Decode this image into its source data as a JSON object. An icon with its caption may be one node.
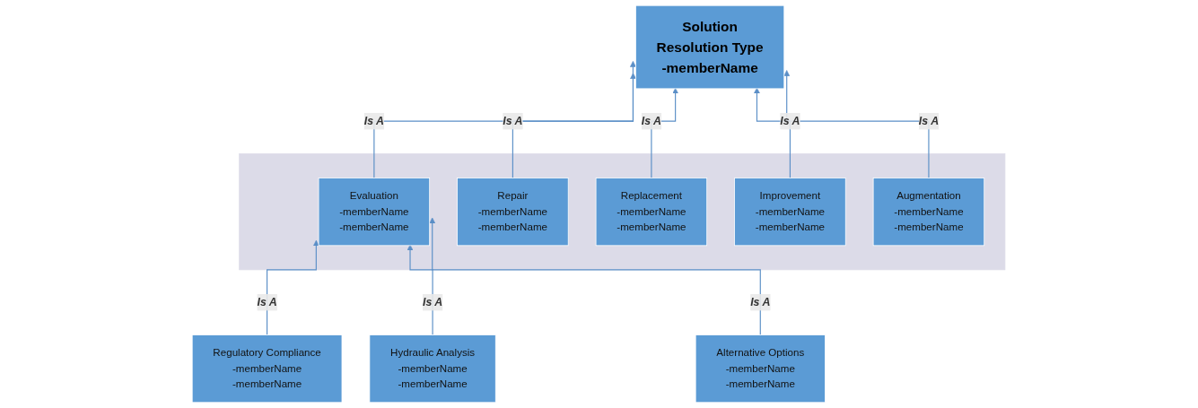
{
  "diagram": {
    "nodes": [
      {
        "text": [
          "Solution",
          "Resolution Type",
          "-memberName"
        ]
      },
      {
        "text": [],
        "shape": "box"
      },
      {
        "text": [
          "Evaluation",
          "-memberName",
          "-memberName"
        ],
        "in": 1
      },
      {
        "text": [
          "Repair",
          "-memberName",
          "-memberName"
        ],
        "in": 1
      },
      {
        "text": [
          "Replacement",
          "-memberName",
          "-memberName"
        ],
        "in": 1
      },
      {
        "text": [
          "Improvement",
          "-memberName",
          "-memberName"
        ],
        "in": 1
      },
      {
        "text": [
          "Augmentation",
          "-memberName",
          "-memberName"
        ],
        "in": 1
      },
      {
        "text": [
          "Regulatory Compliance",
          "-memberName",
          "-memberName"
        ]
      },
      {
        "text": [
          "Hydraulic Analysis",
          "-memberName",
          "-memberName"
        ]
      },
      {
        "text": [
          "Alternative Options",
          "-memberName",
          "-memberName"
        ]
      }
    ],
    "edges": [
      {
        "from": 2,
        "to": 0,
        "arrow": "to",
        "label": "Is A"
      },
      {
        "from": 3,
        "to": 0,
        "arrow": "to",
        "label": "Is A"
      },
      {
        "from": 4,
        "to": 0,
        "arrow": "to",
        "label": "Is A"
      },
      {
        "from": 5,
        "to": 0,
        "arrow": "to",
        "label": "Is A"
      },
      {
        "from": 6,
        "to": 0,
        "arrow": "to",
        "label": "Is A"
      },
      {
        "from": 7,
        "to": 2,
        "arrow": "to",
        "label": "Is A"
      },
      {
        "from": 8,
        "to": 2,
        "arrow": "to",
        "label": "Is A"
      },
      {
        "from": 9,
        "to": 2,
        "arrow": "to",
        "label": "Is A"
      }
    ]
  }
}
